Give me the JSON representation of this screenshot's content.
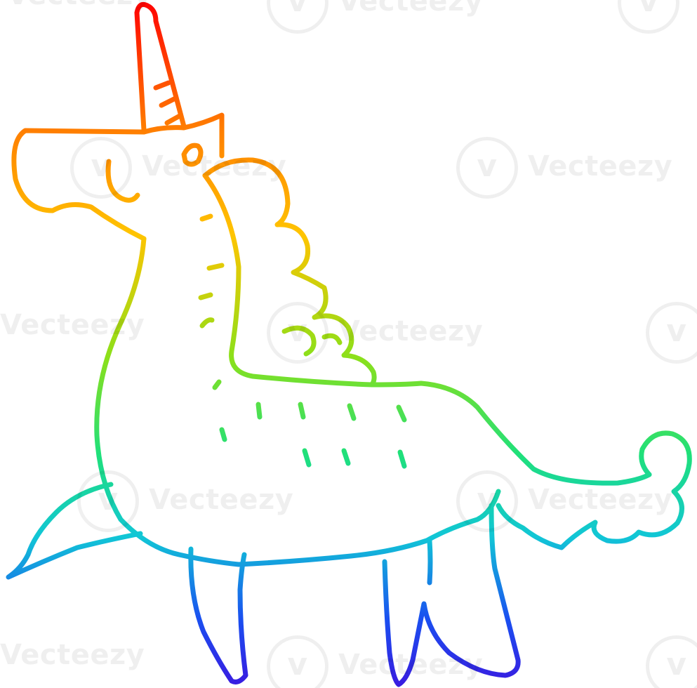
{
  "watermark": {
    "text": "Vecteezy",
    "mark": "v"
  },
  "illustration": {
    "subject": "unicorn",
    "gradient": [
      "#ff0000",
      "#ff7a00",
      "#ffc400",
      "#8be01a",
      "#1fe07a",
      "#11c6d6",
      "#1a4ff0",
      "#3a1ae0"
    ]
  }
}
